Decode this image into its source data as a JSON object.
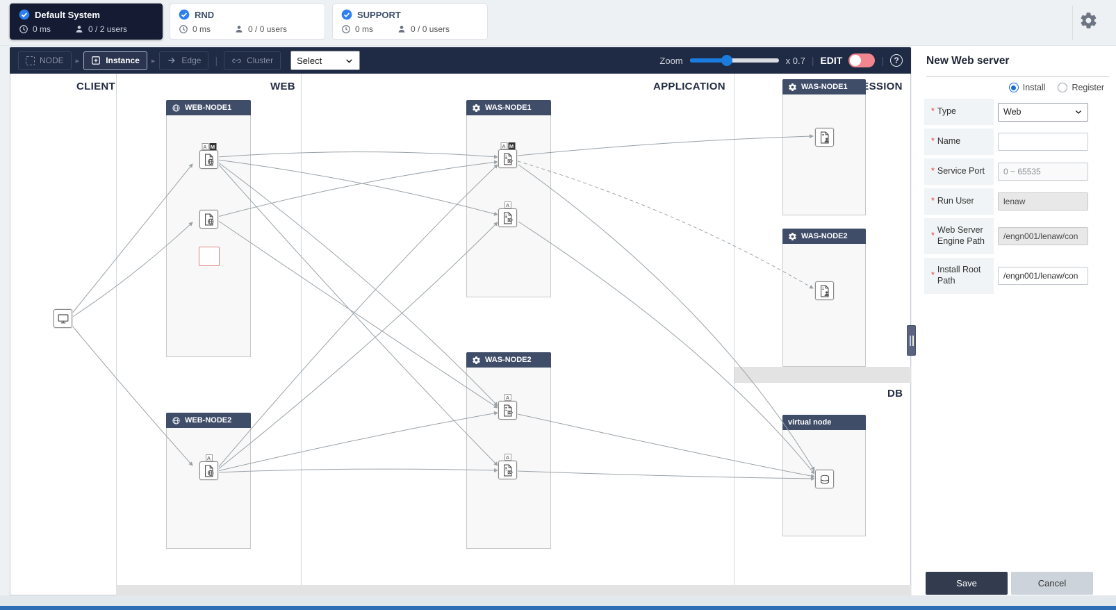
{
  "tabs": [
    {
      "name": "Default System",
      "latency": "0 ms",
      "users": "0 / 2 users"
    },
    {
      "name": "RND",
      "latency": "0 ms",
      "users": "0 / 0 users"
    },
    {
      "name": "SUPPORT",
      "latency": "0 ms",
      "users": "0 / 0 users"
    }
  ],
  "toolbar": {
    "node": "NODE",
    "instance": "Instance",
    "edge": "Edge",
    "cluster": "Cluster",
    "select": "Select",
    "zoom_label": "Zoom",
    "zoom_factor": "x 0.7",
    "zoom_percent": 42,
    "edit": "EDIT"
  },
  "diagram": {
    "zones": {
      "client": "CLIENT",
      "web": "WEB",
      "application": "APPLICATION",
      "session": "SESSION",
      "db": "DB"
    },
    "nodes": {
      "web1": "WEB-NODE1",
      "web2": "WEB-NODE2",
      "was1": "WAS-NODE1",
      "was2": "WAS-NODE2",
      "sess1": "WAS-NODE1",
      "sess2": "WAS-NODE2",
      "virtual": "virtual node"
    },
    "badges": {
      "a": "A",
      "m": "M"
    }
  },
  "panel": {
    "title": "New Web server",
    "required_mark": "*",
    "install": "Install",
    "register": "Register",
    "rows": [
      {
        "label": "Type",
        "value": "Web"
      },
      {
        "label": "Name",
        "value": ""
      },
      {
        "label": "Service Port",
        "placeholder": "0 ~ 65535"
      },
      {
        "label": "Run User",
        "value": "lenaw"
      },
      {
        "label": "Web Server Engine Path",
        "value": "/engn001/lenaw/con"
      },
      {
        "label": "Install Root Path",
        "value": "/engn001/lenaw/con"
      }
    ],
    "save": "Save",
    "cancel": "Cancel"
  },
  "icons": {
    "tab_status": "check-circle",
    "latency": "clock",
    "users": "person",
    "node_tool": "dashed-square",
    "instance_tool": "plus-square",
    "edge_tool": "arrow-right",
    "cluster_tool": "link",
    "web_node": "globe",
    "was_node": "gear",
    "client": "monitor",
    "web_instance": "document-globe",
    "was_instance": "document-play",
    "session_instance": "document-person",
    "db_instance": "database",
    "settings": "gear",
    "help": "question-circle"
  },
  "colors": {
    "accent_blue": "#1b7ce0",
    "check_blue": "#2d7ff0",
    "toggle_pink": "#f2868e",
    "node_header": "#404d69",
    "toolbar_bg": "#1f2a44",
    "tab_active_bg": "#141b33",
    "save_button": "#333b4e",
    "required_red": "#e0433f",
    "edge_grey": "#9aa2a8",
    "placeholder_red": "#e08585"
  }
}
